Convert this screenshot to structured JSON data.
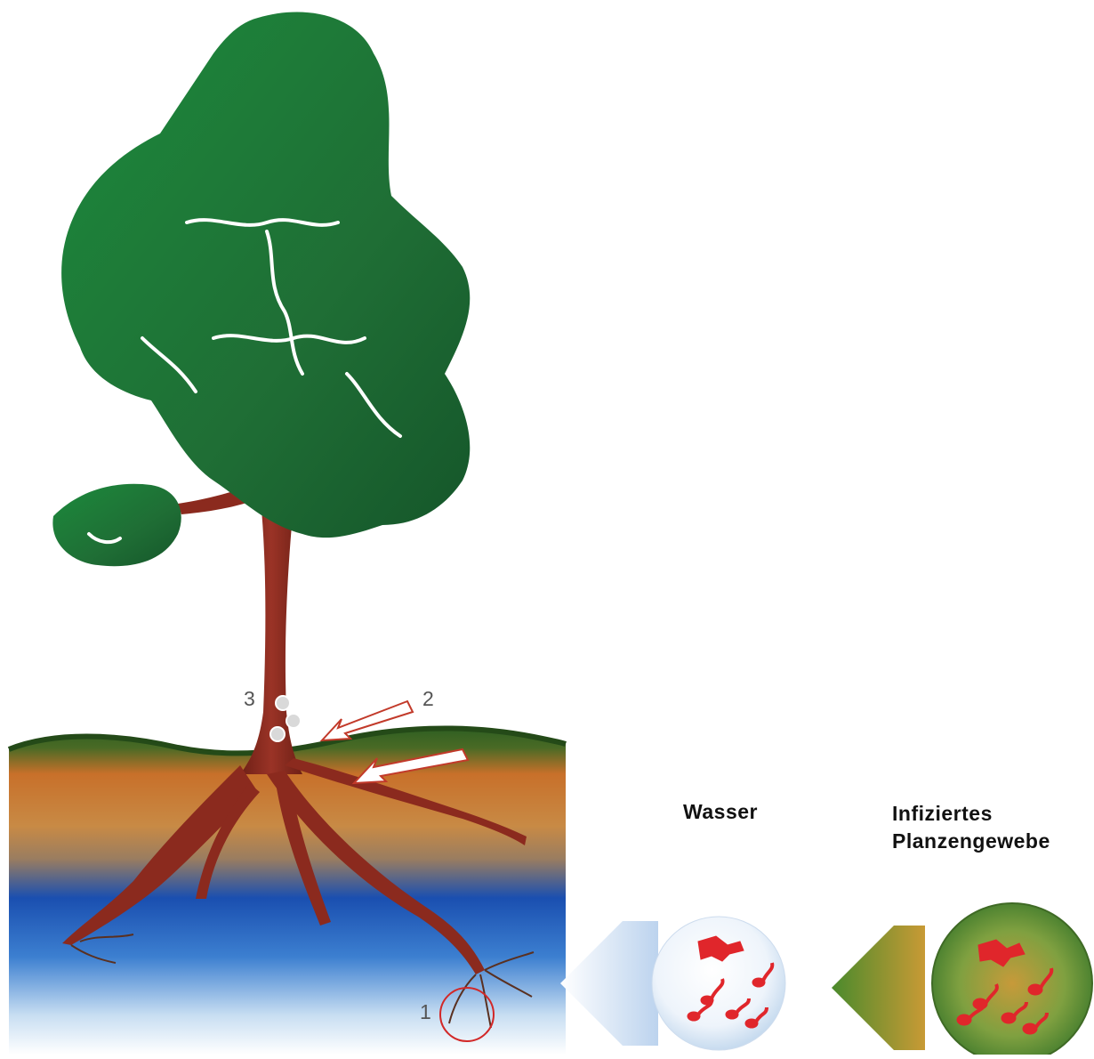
{
  "labels": {
    "water": "Wasser",
    "infected_line1": "Infiziertes",
    "infected_line2": "Planzengewebe"
  },
  "markers": {
    "one": "1",
    "two": "2",
    "three": "3"
  },
  "colors": {
    "foliage": "#1f7a3a",
    "trunk": "#8b2a1e",
    "soil": "#c8702a",
    "water": "#1a5ab8",
    "bacteria": "#e0262b"
  }
}
